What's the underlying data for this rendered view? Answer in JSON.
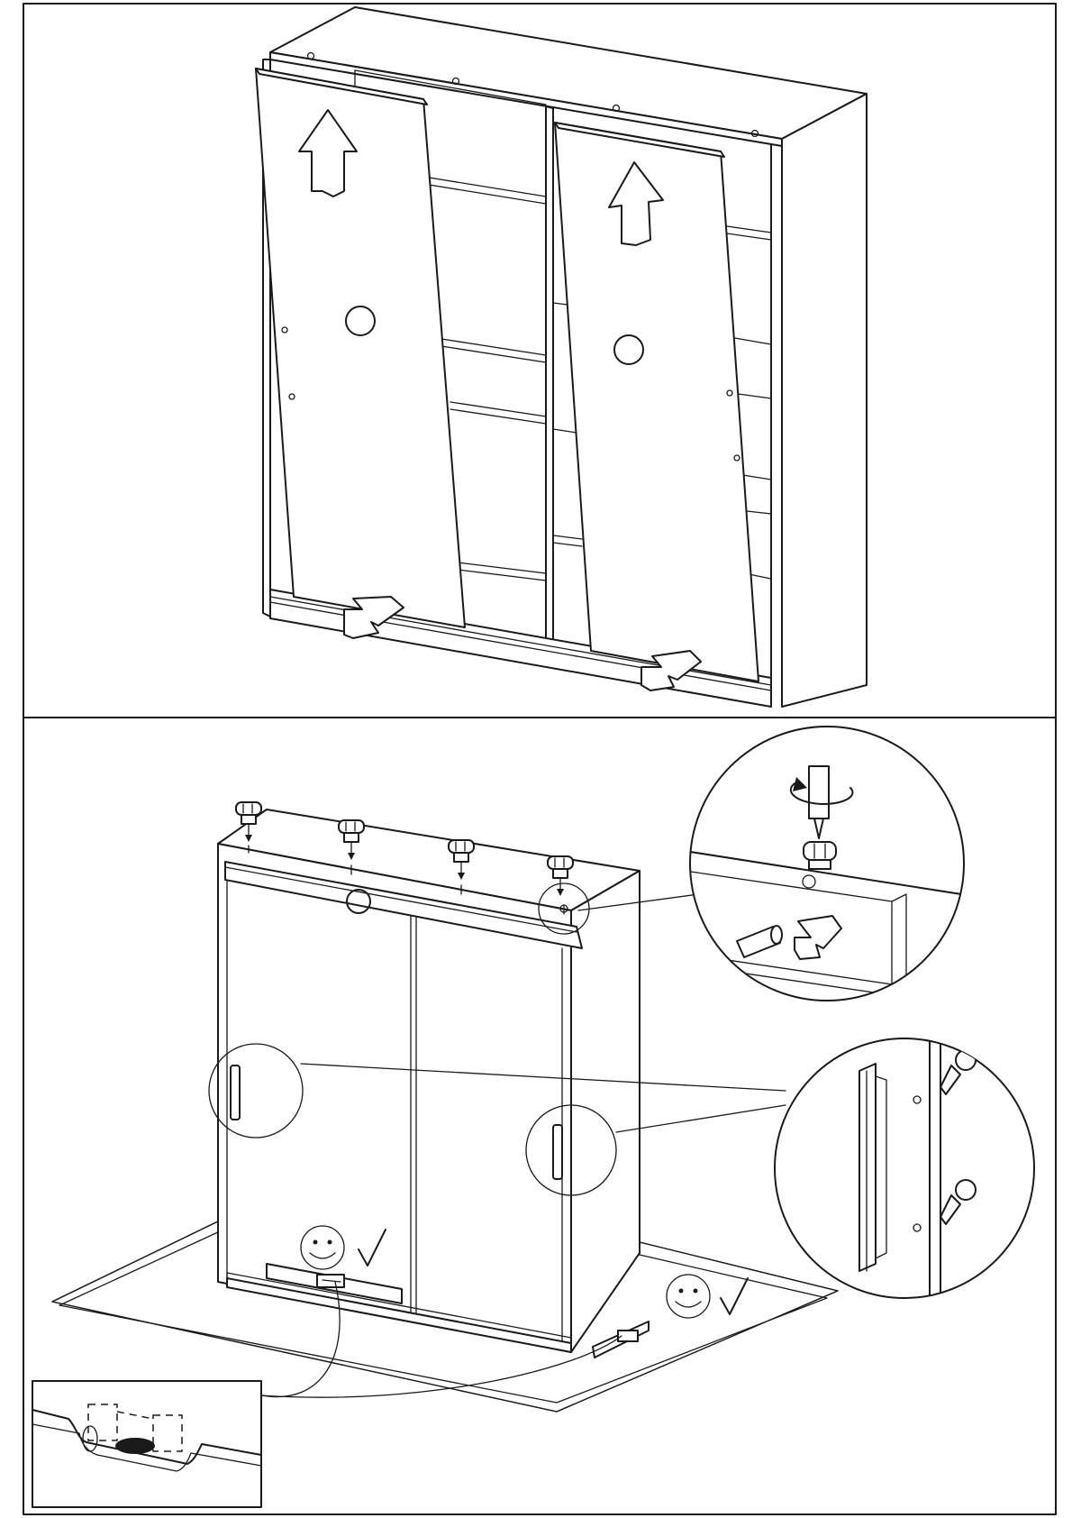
{
  "document": {
    "type": "assembly-instruction-sheet",
    "panels": [
      {
        "id": "top",
        "step": "insert-sliding-doors"
      },
      {
        "id": "bottom",
        "step": "fit-top-rail-and-handles"
      }
    ]
  },
  "icons": {
    "arrow": "up-arrow-icon",
    "insert": "insert-arrow-icon",
    "cam_lock": "cam-lock-icon",
    "screwdriver": "screwdriver-icon",
    "rotate": "rotate-arrow-icon",
    "screw": "screw-icon",
    "smiley": "smiley-face-icon",
    "check": "check-mark-icon"
  },
  "colors": {
    "line": "#1a1a1a",
    "paper": "#ffffff"
  }
}
